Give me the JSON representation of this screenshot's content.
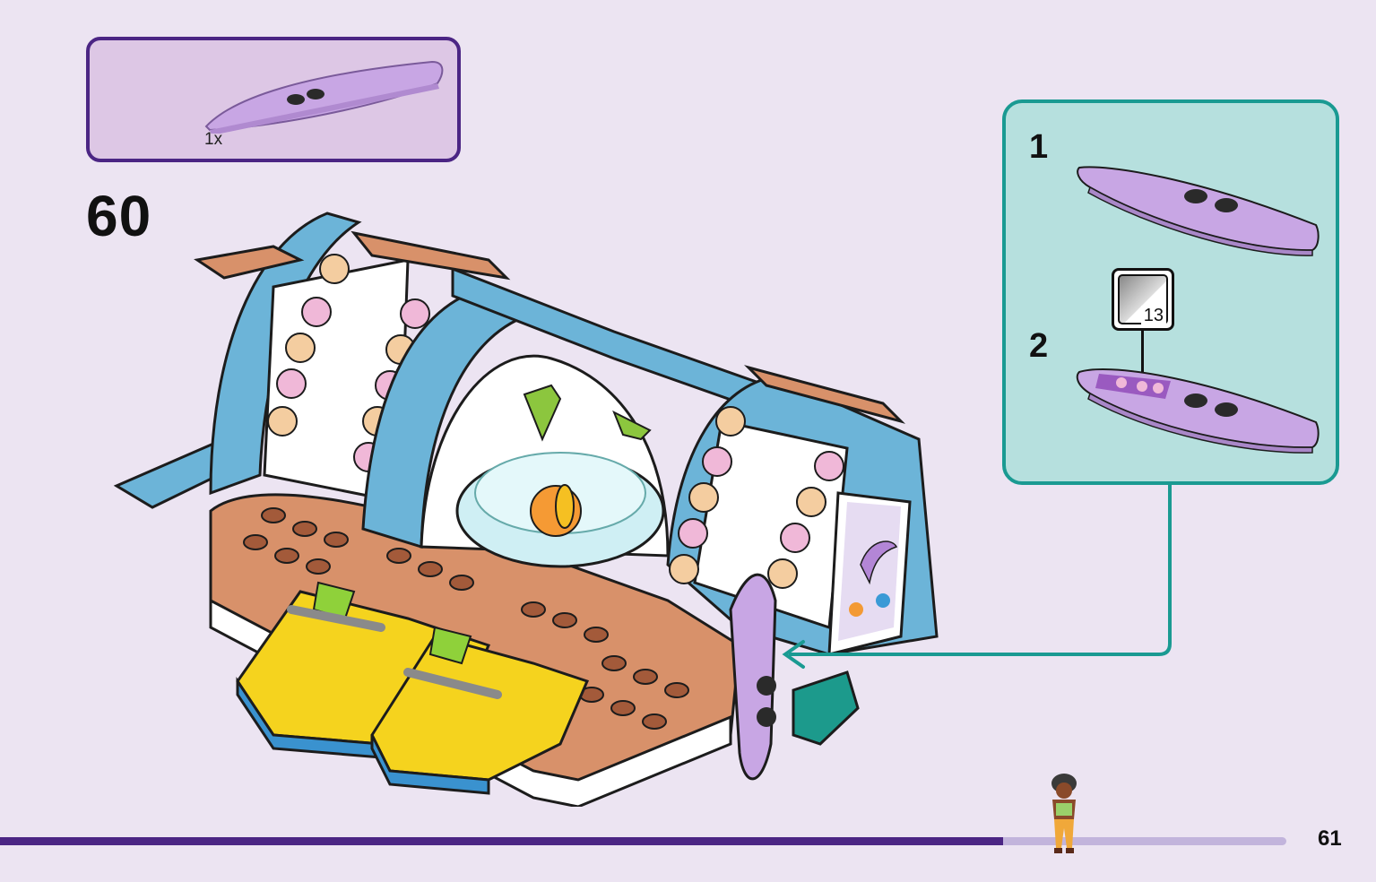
{
  "parts_list": {
    "quantity": "1x",
    "part_name": "surfboard-part",
    "part_color": "#c8a6e4"
  },
  "step": {
    "number": "60"
  },
  "sub_assembly": {
    "sub_steps": [
      "1",
      "2"
    ],
    "sticker_number": "13",
    "border_color": "#1a9a92",
    "background_color": "#b6e0de"
  },
  "footer": {
    "page_number": "61",
    "progress": 0.78
  },
  "colors": {
    "page_background": "#ece4f2",
    "parts_box_border": "#4b2584",
    "progress_fill": "#4b2584",
    "progress_track": "#c2b4dc"
  }
}
